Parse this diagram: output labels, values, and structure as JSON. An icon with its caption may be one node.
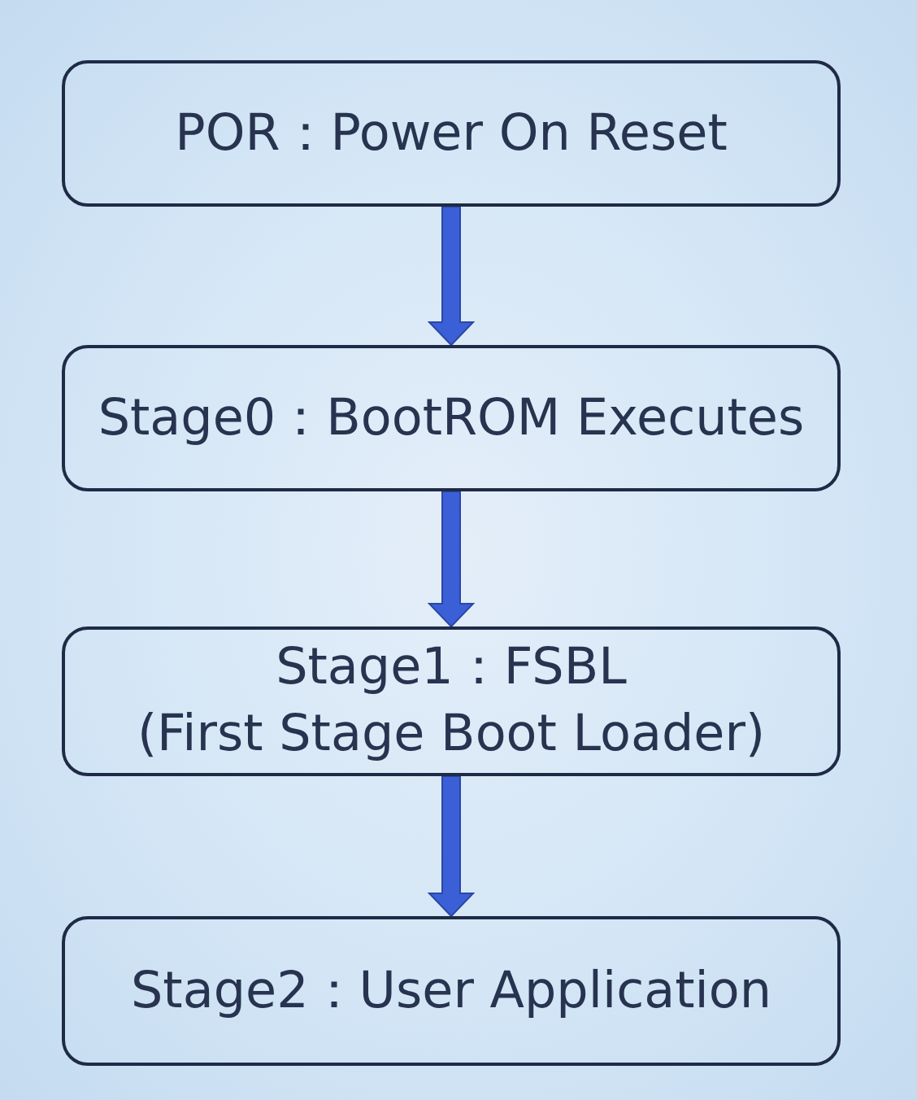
{
  "diagram": {
    "nodes": [
      {
        "text": [
          "POR：Power On Reset"
        ]
      },
      {
        "text": [
          "Stage0：BootROM Executes"
        ]
      },
      {
        "text": [
          "Stage1：FSBL",
          "(First Stage Boot Loader)"
        ]
      },
      {
        "text": [
          "Stage2：User Application"
        ]
      }
    ],
    "edges": [
      {
        "from": 0,
        "to": 1,
        "arrow": "to"
      },
      {
        "from": 1,
        "to": 2,
        "arrow": "to"
      },
      {
        "from": 2,
        "to": 3,
        "arrow": "to"
      }
    ]
  }
}
